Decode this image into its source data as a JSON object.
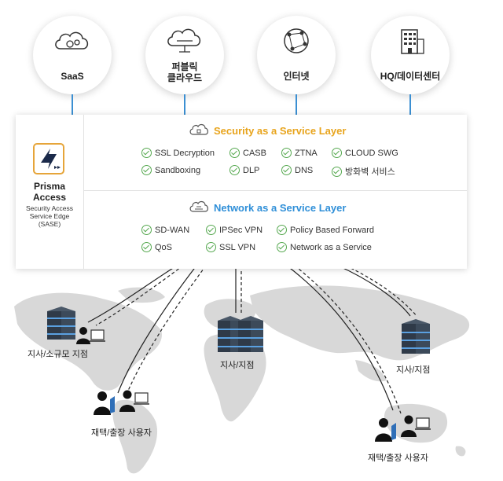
{
  "destinations": [
    {
      "name": "saas",
      "label": "SaaS",
      "icon": "cloud-gears-icon"
    },
    {
      "name": "public-cloud",
      "label": "퍼블릭\n클라우드",
      "icon": "cloud-network-icon"
    },
    {
      "name": "internet",
      "label": "인터넷",
      "icon": "globe-network-icon"
    },
    {
      "name": "hq-datacenter",
      "label": "HQ/데이터센터",
      "icon": "building-icon"
    }
  ],
  "prisma": {
    "title": "Prisma\nAccess",
    "subtitle": "Security Access\nService Edge\n(SASE)"
  },
  "security_layer": {
    "title": "Security as a Service Layer",
    "color": "#e8a41c",
    "items": [
      "SSL Decryption",
      "CASB",
      "ZTNA",
      "CLOUD SWG",
      "Sandboxing",
      "DLP",
      "DNS",
      "방화벽 서비스"
    ]
  },
  "network_layer": {
    "title": "Network as a Service Layer",
    "color": "#2f8fd8",
    "items": [
      "SD-WAN",
      "IPSec VPN",
      "Policy Based Forward",
      "QoS",
      "SSL VPN",
      "Network as a Service"
    ]
  },
  "locations": {
    "branch_small": "지사/소규모 지점",
    "branch_center": "지사/지점",
    "branch_right": "지사/지점",
    "remote_left": "재택/출장 사용자",
    "remote_right": "재택/출장 사용자"
  },
  "colors": {
    "check": "#55a84f",
    "connector": "#3b8fd2",
    "map": "#d6d6d6"
  }
}
